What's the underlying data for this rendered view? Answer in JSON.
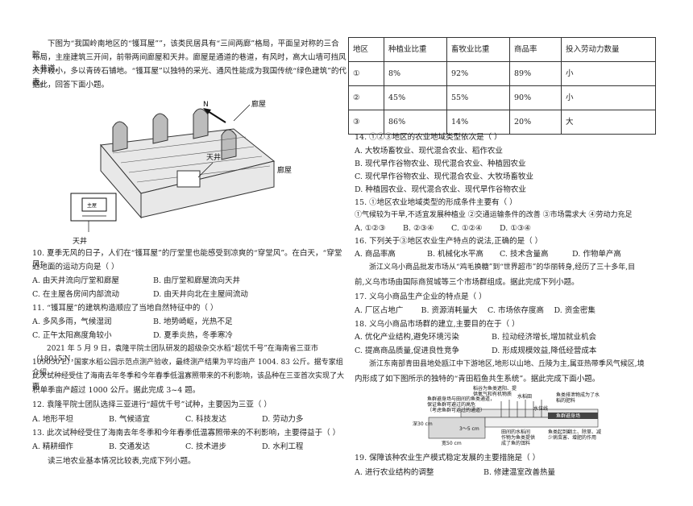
{
  "intro1": {
    "l1": "下图为“我国岭南地区的“镬耳屋””，该类民居具有“三间两廊”格局，平面呈对称的三合院",
    "l2": "布局，主座建筑三开间，前带两间廊屋和天井。廊屋是通道的巷道，有风时，高大山墙可挡风入巷道。",
    "l3": "天井较小，多以青砖石铺地。“镬耳屋”以独特的采光、通风性能成为我国传统“绿色建筑”的代表。",
    "l4": "据此，回答下面小题。"
  },
  "fig1": {
    "north": "N",
    "label_lang_top": "廊屋",
    "label_tianjing": "天井",
    "label_lang_right": "廊屋",
    "plan_zhuwu": "主屋",
    "plan_tianjing": "天井"
  },
  "q10": {
    "stem1": "10. 夏季无风的日子，人们在“镬耳屋”的厅堂里也能感受到凉爽的“穿堂风”。在白天，“穿堂风”",
    "stem2": "近地面的运动方向是（     ）",
    "a": "A. 由天井流向厅堂和廊屋",
    "b": "B. 由厅堂和廊屋流向天井",
    "c": "C. 在主屋各房间内部流动",
    "d": "D. 由天井向北在主屋间流动"
  },
  "q11": {
    "stem": "11. “镬耳屋”的建筑构造顺应了当地自然特征中的（     ）",
    "a": "A. 多风多雨，气候湿润",
    "b": "B. 地势崎岖，光热不足",
    "c": "C. 正午太阳高度角较小",
    "d": "D. 夏季炎热，冬季寒冷"
  },
  "intro2": {
    "l1": "2021 年 5 月 9 日，袁隆平院士团队研发的超级杂交水稻“超优千号”在海南省三亚市（18015′N，",
    "l2": "109030′E）国家水稻公园示范点测产验收，最终测产结果为平均亩产 1004. 83 公斤。据专家组介绍，",
    "l3": "此次试种经受住了海南去年冬季和今年春季低温寡照带来的不利影响，该品种在三亚首次实现了大面",
    "l4": "积单季亩产超过 1000 公斤。据此完成 3~4 题。"
  },
  "q12": {
    "stem": "12. 袁隆平院士团队选择三亚进行“超优千号”试种，主要因为三亚（     ）",
    "a": "A. 地形平坦",
    "b": "B. 气候适宜",
    "c": "C. 科技发达",
    "d": "D. 劳动力多"
  },
  "q13": {
    "stem": "13. 此次试种经受住了海南去年冬季和今年春季低温寡照带来的不利影响，主要得益于（     ）",
    "a": "A. 精耕细作",
    "b": "B. 交通发达",
    "c": "C. 技术进步",
    "d": "D. 水利工程"
  },
  "intro3": "读三地农业基本情况比较表,完成下列小题。",
  "table": {
    "headers": [
      "地区",
      "种植业比重",
      "畜牧业比重",
      "商品率",
      "投入劳动力数量"
    ],
    "rows": [
      [
        "①",
        "8%",
        "92%",
        "89%",
        "小"
      ],
      [
        "②",
        "45%",
        "55%",
        "90%",
        "小"
      ],
      [
        "③",
        "86%",
        "14%",
        "20%",
        "大"
      ]
    ]
  },
  "q14": {
    "stem": "14. ①②③地区的农业地域类型依次是（     ）",
    "a": "A. 大牧场畜牧业、现代混合农业、稻作农业",
    "b": "B. 现代旱作谷物农业、现代混合农业、种植园农业",
    "c": "C. 现代旱作谷物农业、现代混合农业、大牧场畜牧业",
    "d": "D. 种植园农业、现代混合农业、现代旱作谷物农业"
  },
  "q15": {
    "stem": "15. ①地区农业地域类型的形成条件主要有（     ）",
    "conds": "①气候较为干旱,不适宜发展种植业    ②交通运输条件的改善    ③市场需求大    ④劳动力充足",
    "a": "A. ①②③",
    "b": "B. ②③④",
    "c": "C. ①②④",
    "d": "D. ①③④"
  },
  "q16": {
    "stem": "16. 下列关于③地区农业生产特点的说法,正确的是（     ）",
    "a": "A. 商品率高",
    "b": "B. 机械化水平高",
    "c": "C. 技术含量高",
    "d": "D. 作物单产高"
  },
  "intro4": {
    "l1": "浙江义乌小商品批发市场从“鸡毛换糖”到“世界超市”的华丽转身,经历了三十多年,目",
    "l2": "前,义乌市场由国际商贸城等三个市场群组成。据此完成下列小题。"
  },
  "q17": {
    "stem": "17. 义乌小商品生产企业的特点是（     ）",
    "a": "A. 厂区占地广",
    "b": "B. 资源消耗量大",
    "c": "C. 市场依存度高",
    "d": "D. 资金密集"
  },
  "q18": {
    "stem": "18. 义乌小商品市场群的建立,主要目的在于（     ）",
    "a": "A. 优化产业结构,避免环境污染",
    "b": "B. 拉动经济增长,增加就业机会",
    "c": "C. 提高商品质量,促进良性竞争",
    "d": "D. 形成规模效益,降低经营成本"
  },
  "intro5": {
    "l1": "浙江东南部青田县地处瓯江中下游地区,地形以山地、丘陵为主,属亚热带季风气候区,境",
    "l2": "内形成了如下图所示的独特的“青田稻鱼共生系统”。据此完成下面小题。"
  },
  "fig2": {
    "c1": "稻谷为鱼类遮阳、提",
    "c2": "供氧气和有机物质",
    "c3": "鱼群避身场与田间的鱼类通道，",
    "c4": "保证鱼群可避过的高危",
    "c5": "（考虑鱼群可避过的通道）",
    "rice": "水稻田",
    "fish_feces1": "鱼类排泄物成为了水",
    "fish_feces2": "稻的肥料",
    "water_line": "水位线",
    "fish_field": "鱼群避身场",
    "depth": "深30 cm",
    "width": "3～5 cm",
    "wide": "宽50 cm",
    "shelter1": "田间的水稻间",
    "shelter2": "作物为鱼类提供",
    "shelter3": "成了鱼的饵料",
    "eat1": "鱼类起到翻土、除草、减",
    "eat2": "少病虫害、增肥的作用"
  },
  "q19": {
    "stem": "19. 保障该种农业生产模式稳定发展的主要措施是（     ）",
    "a": "A. 进行农业结构的调整",
    "b": "B. 修建温室改善热量"
  }
}
